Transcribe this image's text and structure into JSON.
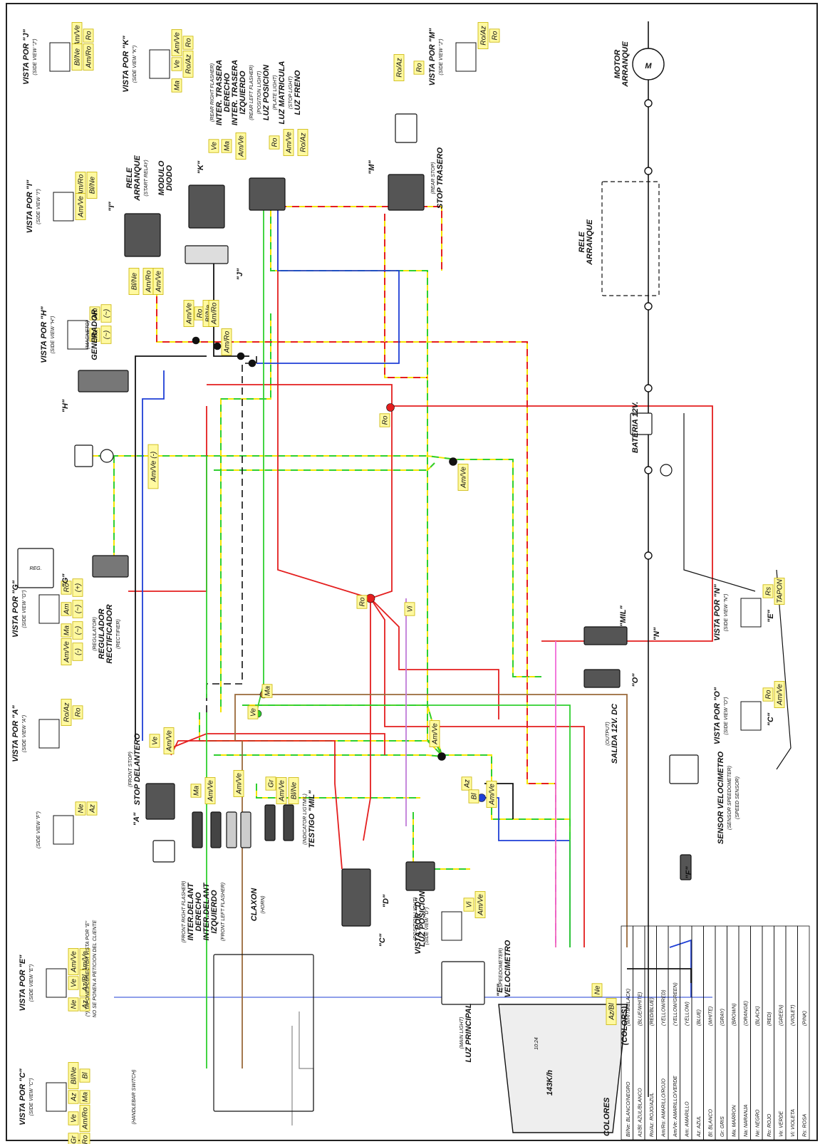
{
  "views": {
    "J": {
      "title": "VISTA POR \"J\"",
      "sub": "(SIDE VIEW \"J\")",
      "pins": [
        "Am/Ve",
        "Ro",
        "Bl/Ne",
        "Am/Ro"
      ]
    },
    "K": {
      "title": "VISTA POR \"K\"",
      "sub": "(SIDE VIEW \"K\")",
      "pins": [
        "Am/Ve",
        "Ro",
        "Ve",
        "Ro/Az",
        "Ma"
      ]
    },
    "M": {
      "title": "VISTA POR \"M\"",
      "sub": "(SIDE VIEW \"J\")",
      "pins": [
        "Ro/Az",
        "Ro"
      ]
    },
    "I": {
      "title": "VISTA POR \"I\"",
      "sub": "(SIDE VIEW \"I\")",
      "pins": [
        "Am/Ro",
        "Bl/Ne",
        "Am/Ve"
      ]
    },
    "H": {
      "title": "VISTA POR \"H\"",
      "sub": "(SIDE VIEW \"H\")",
      "pins": [
        "Am",
        "(~)",
        "Ma",
        "(~)"
      ]
    },
    "G": {
      "title": "VISTA POR \"G\"",
      "sub": "(SIDE VIEW \"G\")",
      "pins": [
        "Ro",
        "(+)",
        "Am",
        "(~)",
        "Ma",
        "(~)",
        "Am/Ve",
        "(-)"
      ]
    },
    "A": {
      "title": "VISTA POR \"A\"",
      "sub": "(SIDE VIEW \"A\")",
      "pins": [
        "Ro/Az",
        "Ro"
      ]
    },
    "F": {
      "title": "",
      "sub": "(SIDE VIEW \"F\")",
      "pins": [
        "Ne",
        "Az"
      ]
    },
    "E": {
      "title": "VISTA POR \"E\"",
      "sub": "(SIDE VIEW \"E\")",
      "pins": [
        "Am/Ve",
        "Am/Ve",
        "Ve",
        "Az/Bl",
        "Ne",
        "Az"
      ]
    },
    "C": {
      "title": "VISTA POR \"C\"",
      "sub": "(SIDE VIEW \"C\")",
      "pins": [
        "Bl/Ne",
        "Bl",
        "Az",
        "Ma",
        "Ve",
        "Am/Ro",
        "Gr",
        "Ro"
      ]
    },
    "D": {
      "title": "VISTA POR \"D\"",
      "sub": "(SIDE VIEW \"D\")",
      "pins": [
        "Vi",
        "Am/Ve"
      ]
    },
    "N": {
      "title": "VISTA POR \"N\"",
      "sub": "(SIDE VIEW \"N\")",
      "pins": [
        "Rs",
        "TAPON"
      ]
    },
    "O": {
      "title": "VISTA POR \"O\"",
      "sub": "(SIDE VIEW \"O\")",
      "pins": [
        "Ro",
        "Am/Ve"
      ]
    }
  },
  "note": [
    "(*) TAPONES CONECTOR VISTA POR \"E\"",
    "NO SE PONEN A PETICION DEL CLIENTE"
  ],
  "components": {
    "rear_flashers": {
      "lines": [
        "(REAR RIGHT FLASHER)",
        "INTER. TRASERA",
        "DERECHO",
        "INTER. TRASERA",
        "IZQUIERDO",
        "(REAR LEFT FLASHER)",
        "(POSITION LIGHT)",
        "LUZ POSICION",
        "(PLATE LIGHT)",
        "LUZ MATRICULA",
        "(STOP LIGHT)",
        "LUZ FRENO"
      ]
    },
    "start_relay": {
      "lines": [
        "RELE",
        "ARRANQUE",
        "(START RELAY)"
      ]
    },
    "diode": {
      "lines": [
        "MODULO",
        "DIODO"
      ]
    },
    "generator": {
      "lines": [
        "(MAGNETO)",
        "GENERADOR"
      ]
    },
    "regulator": {
      "lines": [
        "(REGULATOR)",
        "REGULADOR",
        "RECTIFICADOR",
        "(RECTIFIER)"
      ],
      "box": "REG."
    },
    "rear_stop": {
      "lines": [
        "(REAR STOP)",
        "STOP TRASERO"
      ]
    },
    "motor": {
      "lines": [
        "MOTOR",
        "ARRANQUE"
      ],
      "symbol": "M"
    },
    "relay_right": {
      "lines": [
        "RELE",
        "ARRANQUE"
      ]
    },
    "battery": {
      "lines": [
        "BATERIA 12V."
      ]
    },
    "front_stop": {
      "lines": [
        "(FRONT STOP)",
        "STOP DELANTERO"
      ]
    },
    "front_flashers": {
      "lines": [
        "(FRONT RIGHT FLASHER)",
        "INTER.DELANT",
        "DERECHO",
        "INTER.DELANT",
        "IZQUIERDO",
        "(FRONT LEFT FLASHER)"
      ]
    },
    "horn": {
      "lines": [
        "CLAXON",
        "(HORN)"
      ]
    },
    "mil": {
      "lines": [
        "(INDICATOR LIGTMIL)",
        "TESTIGO \"MIL\""
      ],
      "tag": "\"MIL\""
    },
    "output": {
      "lines": [
        "(OUTPUT)",
        "SALIDA 12V. DC"
      ]
    },
    "speed_sensor": {
      "lines": [
        "SENSOR VELOCIMETRO",
        "(SENSOR SPEEDOMETER)",
        "(SPEED SENSOR)"
      ]
    },
    "position": {
      "lines": [
        "(POSITION LIGHT)",
        "LUZ POSICION"
      ]
    },
    "main_light": {
      "lines": [
        "(MAIN LIGHT)",
        "LUZ PRINCIPAL"
      ]
    },
    "speedometer": {
      "lines": [
        "(SPEEDOMETER)",
        "VELOCIMETRO"
      ],
      "display": [
        "143K/h",
        "10:24"
      ]
    },
    "handlebar": {
      "lines": [
        "(HANDLEBAR SWITCH)"
      ]
    }
  },
  "wire_labels": [
    "Ro",
    "Am/Ve",
    "Ro",
    "Vi",
    "Ma",
    "Ve",
    "Am/Ve",
    "Az",
    "Bl",
    "Am/Ve",
    "Ne",
    "Az/Bl",
    "Am/Ve (-)",
    "Bl/Ne",
    "Am/Ro",
    "Am/Ve",
    "Am/Ve",
    "Ro",
    "Bl/Ne",
    "Am/Ro",
    "Am/Ro",
    "Ve",
    "Ma",
    "Am/Ve",
    "Ro",
    "Am/Ve",
    "Ro/Az",
    "Ro/Az",
    "Ro",
    "Ve",
    "Am/Ve",
    "Ma",
    "Am/Ve",
    "Am/Ve",
    "Gr",
    "Am/Ve",
    "Bl/Ne"
  ],
  "connector_tags": [
    "\"K\"",
    "\"M\"",
    "\"I\"",
    "\"J\"",
    "\"H\"",
    "\"G\"",
    "\"A\"",
    "\"D\"",
    "\"C\"",
    "\"E\"",
    "\"F\"",
    "\"N\"",
    "\"O\"",
    "\"E\"",
    "\"C\""
  ],
  "colors_title": "COLORES",
  "colors_sub": "(COLORS)",
  "colors_table": [
    {
      "code": "Bl/Ne:",
      "es": "BLANCO/NEGRO",
      "en": "(WHITE/BLACK)"
    },
    {
      "code": "Az/Bl:",
      "es": "AZUL/BLANCO",
      "en": "(BLUE/WHITE)"
    },
    {
      "code": "Ro/Az:",
      "es": "ROJO/AZUL",
      "en": "(RED/BLUE)"
    },
    {
      "code": "Am/Ro:",
      "es": "AMARILLO/ROJO",
      "en": "(YELLOW/RED)"
    },
    {
      "code": "Am/Ve:",
      "es": "AMARILLO/VERDE",
      "en": "(YELLOW/GREEN)"
    },
    {
      "code": "Am:",
      "es": "AMARILLO",
      "en": "(YELLOW)"
    },
    {
      "code": "Az:",
      "es": "AZUL",
      "en": "(BLUE)"
    },
    {
      "code": "Bl:",
      "es": "BLANCO",
      "en": "(WHITE)"
    },
    {
      "code": "Gr:",
      "es": "GRIS",
      "en": "(GRAY)"
    },
    {
      "code": "Ma:",
      "es": "MARRON",
      "en": "(BROWN)"
    },
    {
      "code": "Na:",
      "es": "NARANJA",
      "en": "(ORANGE)"
    },
    {
      "code": "Ne:",
      "es": "NEGRO",
      "en": "(BLACK)"
    },
    {
      "code": "Ro:",
      "es": "ROJO",
      "en": "(RED)"
    },
    {
      "code": "Ve:",
      "es": "VERDE",
      "en": "(GREEN)"
    },
    {
      "code": "Vi:",
      "es": "VIOLETA",
      "en": "(VIOLET)"
    },
    {
      "code": "Rs:",
      "es": "ROSA",
      "en": "(PINK)"
    }
  ],
  "palette": {
    "red": "#e41e1e",
    "yellow": "#f5e400",
    "green": "#2fcf2f",
    "blue": "#1f3fd6",
    "black": "#111111",
    "brown": "#9a6a3a",
    "gray": "#8a8a8a",
    "violet": "#c07ad8",
    "pink": "#f06ad8",
    "label_bg": "#fff9a0"
  }
}
